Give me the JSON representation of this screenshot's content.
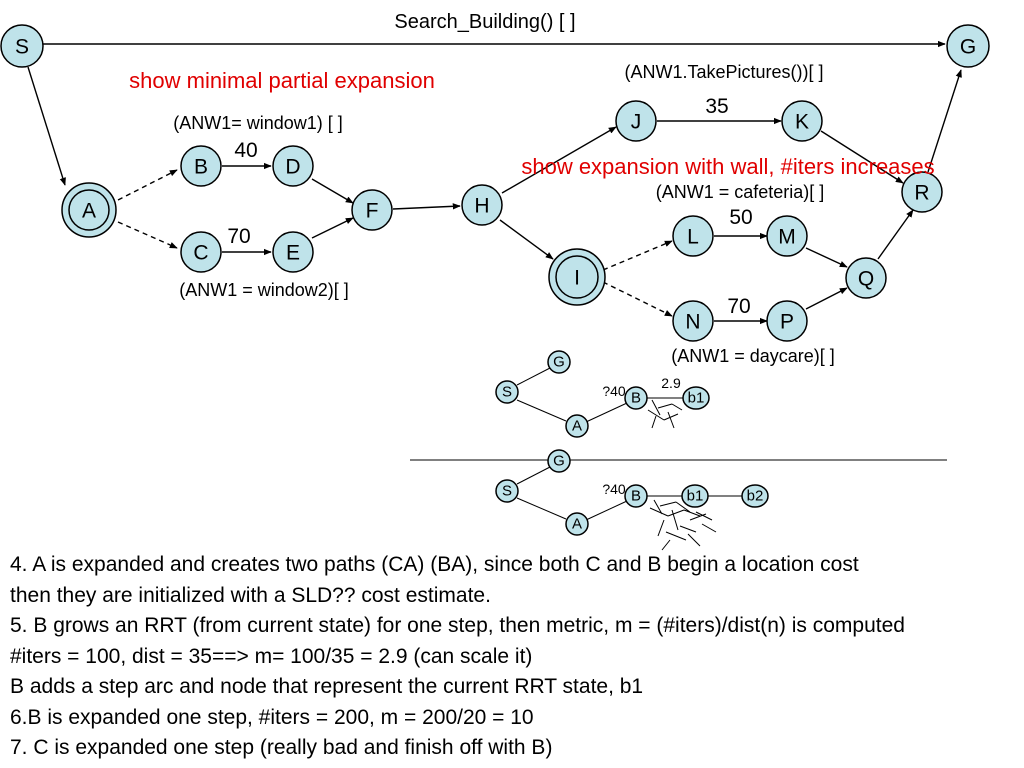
{
  "title": "Search_Building() [ ]",
  "red_labels": {
    "partial_expansion": "show minimal partial expansion",
    "wall_expansion": "show expansion with wall, #iters increases"
  },
  "annotations": {
    "take_pictures": "(ANW1.TakePictures())[ ]",
    "window1": "(ANW1= window1) [ ]",
    "window2": "(ANW1 = window2)[ ]",
    "cafeteria": "(ANW1 = cafeteria)[ ]",
    "daycare": "(ANW1 = daycare)[ ]"
  },
  "edge_costs": {
    "b_d": "40",
    "c_e": "70",
    "j_k": "35",
    "l_m": "50",
    "n_p": "70"
  },
  "nodes": {
    "S": "S",
    "G": "G",
    "A": "A",
    "B": "B",
    "C": "C",
    "D": "D",
    "E": "E",
    "F": "F",
    "H": "H",
    "I": "I",
    "J": "J",
    "K": "K",
    "L": "L",
    "M": "M",
    "N": "N",
    "P": "P",
    "Q": "Q",
    "R": "R"
  },
  "small_diagram_1": {
    "nodes": {
      "S": "S",
      "G": "G",
      "A": "A",
      "B": "B",
      "b1": "b1"
    },
    "cost_label": "?40",
    "metric_label": "2.9"
  },
  "small_diagram_2": {
    "nodes": {
      "S": "S",
      "G": "G",
      "A": "A",
      "B": "B",
      "b1": "b1",
      "b2": "b2"
    },
    "cost_label": "?40"
  },
  "notes": [
    "4. A is expanded and creates two paths (CA) (BA), since both C and B begin a location cost",
    "then they are initialized with a SLD?? cost estimate.",
    "5. B grows an RRT (from current state) for one step, then metric, m = (#iters)/dist(n) is computed",
    "#iters = 100, dist = 35==> m= 100/35 = 2.9 (can scale it)",
    "B adds a step arc and node that represent the current RRT state, b1",
    "6.B is expanded one step, #iters = 200, m = 200/20 = 10",
    "7. C is expanded one step (really bad and finish off with B)"
  ]
}
